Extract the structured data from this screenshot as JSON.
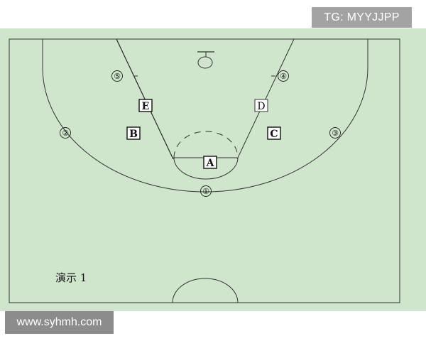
{
  "watermarks": {
    "top": "TG: MYYJJPP",
    "bottom": "www.syhmh.com"
  },
  "court": {
    "background": "#cfe6cc",
    "line_color": "#222222"
  },
  "positions_offense": {
    "p1": "①",
    "p2": "②",
    "p3": "③",
    "p4": "④",
    "p5": "⑤"
  },
  "positions_defense": {
    "A": "A",
    "B": "B",
    "C": "C",
    "D": "D",
    "E": "E"
  },
  "caption": "演示 1"
}
